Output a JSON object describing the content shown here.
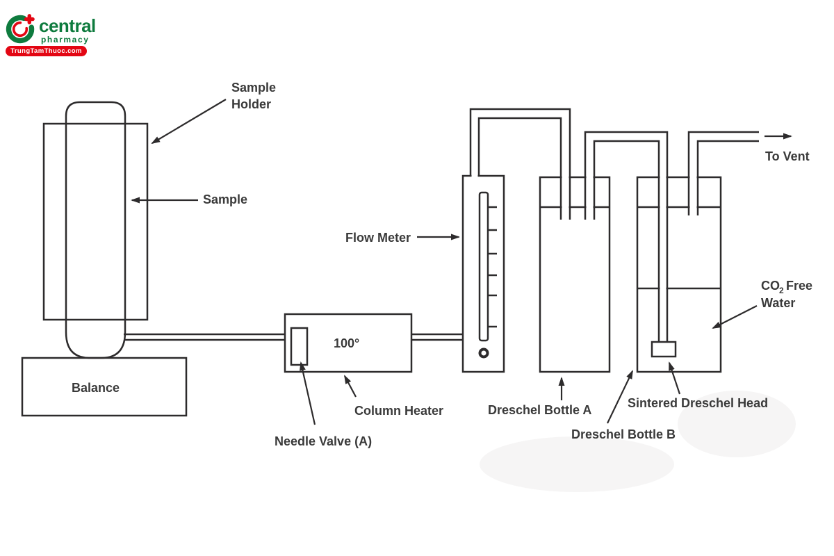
{
  "logo": {
    "brand": "central",
    "tagline": "pharmacy",
    "badge": "TrungTamThuoc.com",
    "colors": {
      "green": "#0e7b3e",
      "red": "#e30613"
    }
  },
  "diagram": {
    "line_color": "#2d2b2c",
    "labels": {
      "sample_holder_line1": "Sample",
      "sample_holder_line2": "Holder",
      "sample": "Sample",
      "balance": "Balance",
      "flow_meter": "Flow Meter",
      "temperature": "100°",
      "column_heater": "Column Heater",
      "needle_valve": "Needle Valve (A)",
      "dreschel_bottle_a": "Dreschel Bottle A",
      "dreschel_bottle_b": "Dreschel Bottle B",
      "sintered_head": "Sintered Dreschel Head",
      "co2_prefix": "CO",
      "co2_subscript": "2",
      "co2_suffix": "Free",
      "co2_line2": "Water",
      "to_vent": "To Vent"
    }
  }
}
